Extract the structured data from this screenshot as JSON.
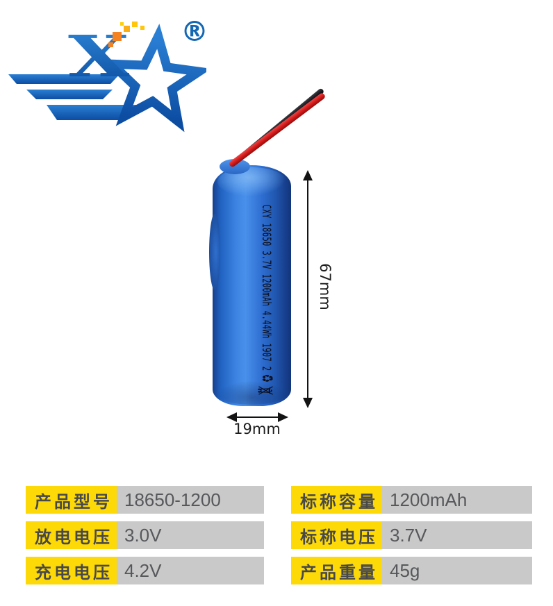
{
  "brand": {
    "logo_letter": "X",
    "registered_mark": "®",
    "blue": "#1b6cba",
    "blue_dark": "#0b4c9e",
    "orange": "#f58220",
    "gold": "#ffc60b"
  },
  "battery": {
    "print_text": "CXY 18650 3.7V 1200mAh 4.44Wh 1907 2",
    "recycle_symbol": "♻",
    "icons": [
      "recycle-icon",
      "crossed-bin-icon"
    ],
    "body_blue": "#2f6fd2",
    "wire_red": "#d01818",
    "wire_black": "#111116"
  },
  "dimensions": {
    "height_label": "67mm",
    "diameter_label": "19mm",
    "line_color": "#131313"
  },
  "specs": {
    "label_bg": "#fdd908",
    "value_bg": "#c9c9c9",
    "label_color": "#47484b",
    "value_color": "#57585b",
    "rows": [
      {
        "label": "产品型号",
        "value": "18650-1200"
      },
      {
        "label": "标称容量",
        "value": "1200mAh"
      },
      {
        "label": "放电电压",
        "value": "3.0V"
      },
      {
        "label": "标称电压",
        "value": "3.7V"
      },
      {
        "label": "充电电压",
        "value": "4.2V"
      },
      {
        "label": "产品重量",
        "value": "45g"
      }
    ]
  }
}
